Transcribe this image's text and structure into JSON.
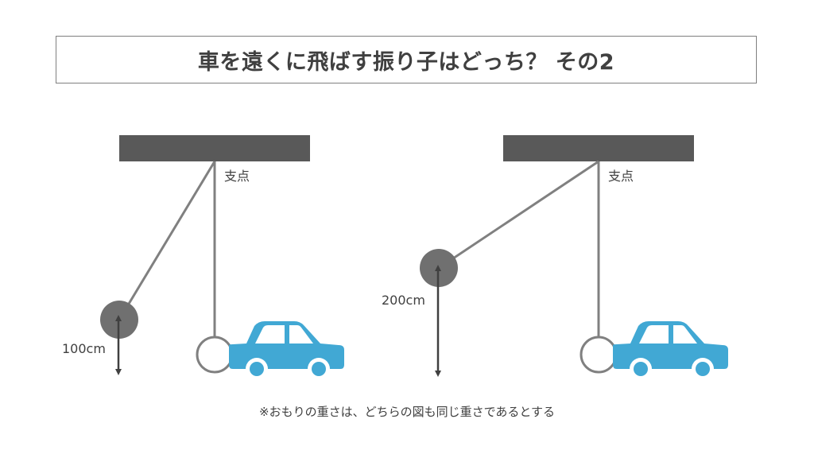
{
  "title": "車を遠くに飛ばす振り子はどっち？ その2",
  "left_panel": {
    "pivot_label": "支点",
    "height_label": "100cm"
  },
  "right_panel": {
    "pivot_label": "支点",
    "height_label": "200cm"
  },
  "note": "※おもりの重さは、どちらの図も同じ重さであるとする",
  "colors": {
    "bar": "#595959",
    "string": "#808080",
    "weight": "#707070",
    "car": "#41a8d4",
    "text": "#404040"
  }
}
